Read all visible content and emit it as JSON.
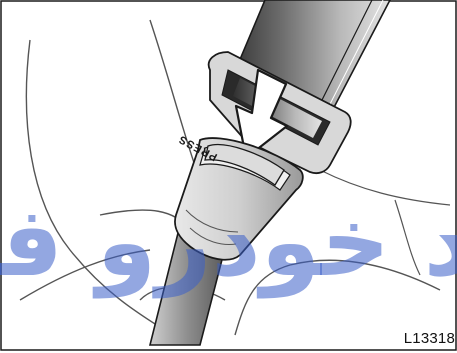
{
  "illustration": {
    "press_label": "PRESS",
    "figure_code": "L13318"
  },
  "watermark": {
    "text": "ﺭﺍﺩ ﺧﻮﺩﺭﻭ ﻓﺎﺭ",
    "color": "#3a5fc8"
  },
  "colors": {
    "outline": "#1a1a1a",
    "belt_dark": "#3c3c3c",
    "belt_mid": "#8f8f8f",
    "belt_light": "#d9d9d9",
    "buckle_light": "#e4e4e4",
    "buckle_mid": "#bdbdbd",
    "buckle_dark": "#8a8a8a"
  }
}
